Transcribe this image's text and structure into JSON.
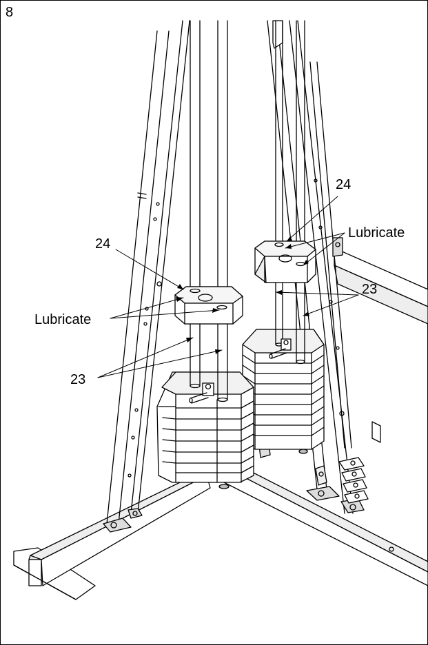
{
  "step_number": "8",
  "callouts": {
    "left_plate_part": "24",
    "left_lubricate": "Lubricate",
    "left_rod_part": "23",
    "right_plate_part": "24",
    "right_lubricate": "Lubricate",
    "right_rod_part": "23"
  },
  "colors": {
    "ink": "#000000",
    "paper": "#ffffff",
    "shade": "#d8d8d8",
    "mid": "#b0b0b0"
  }
}
